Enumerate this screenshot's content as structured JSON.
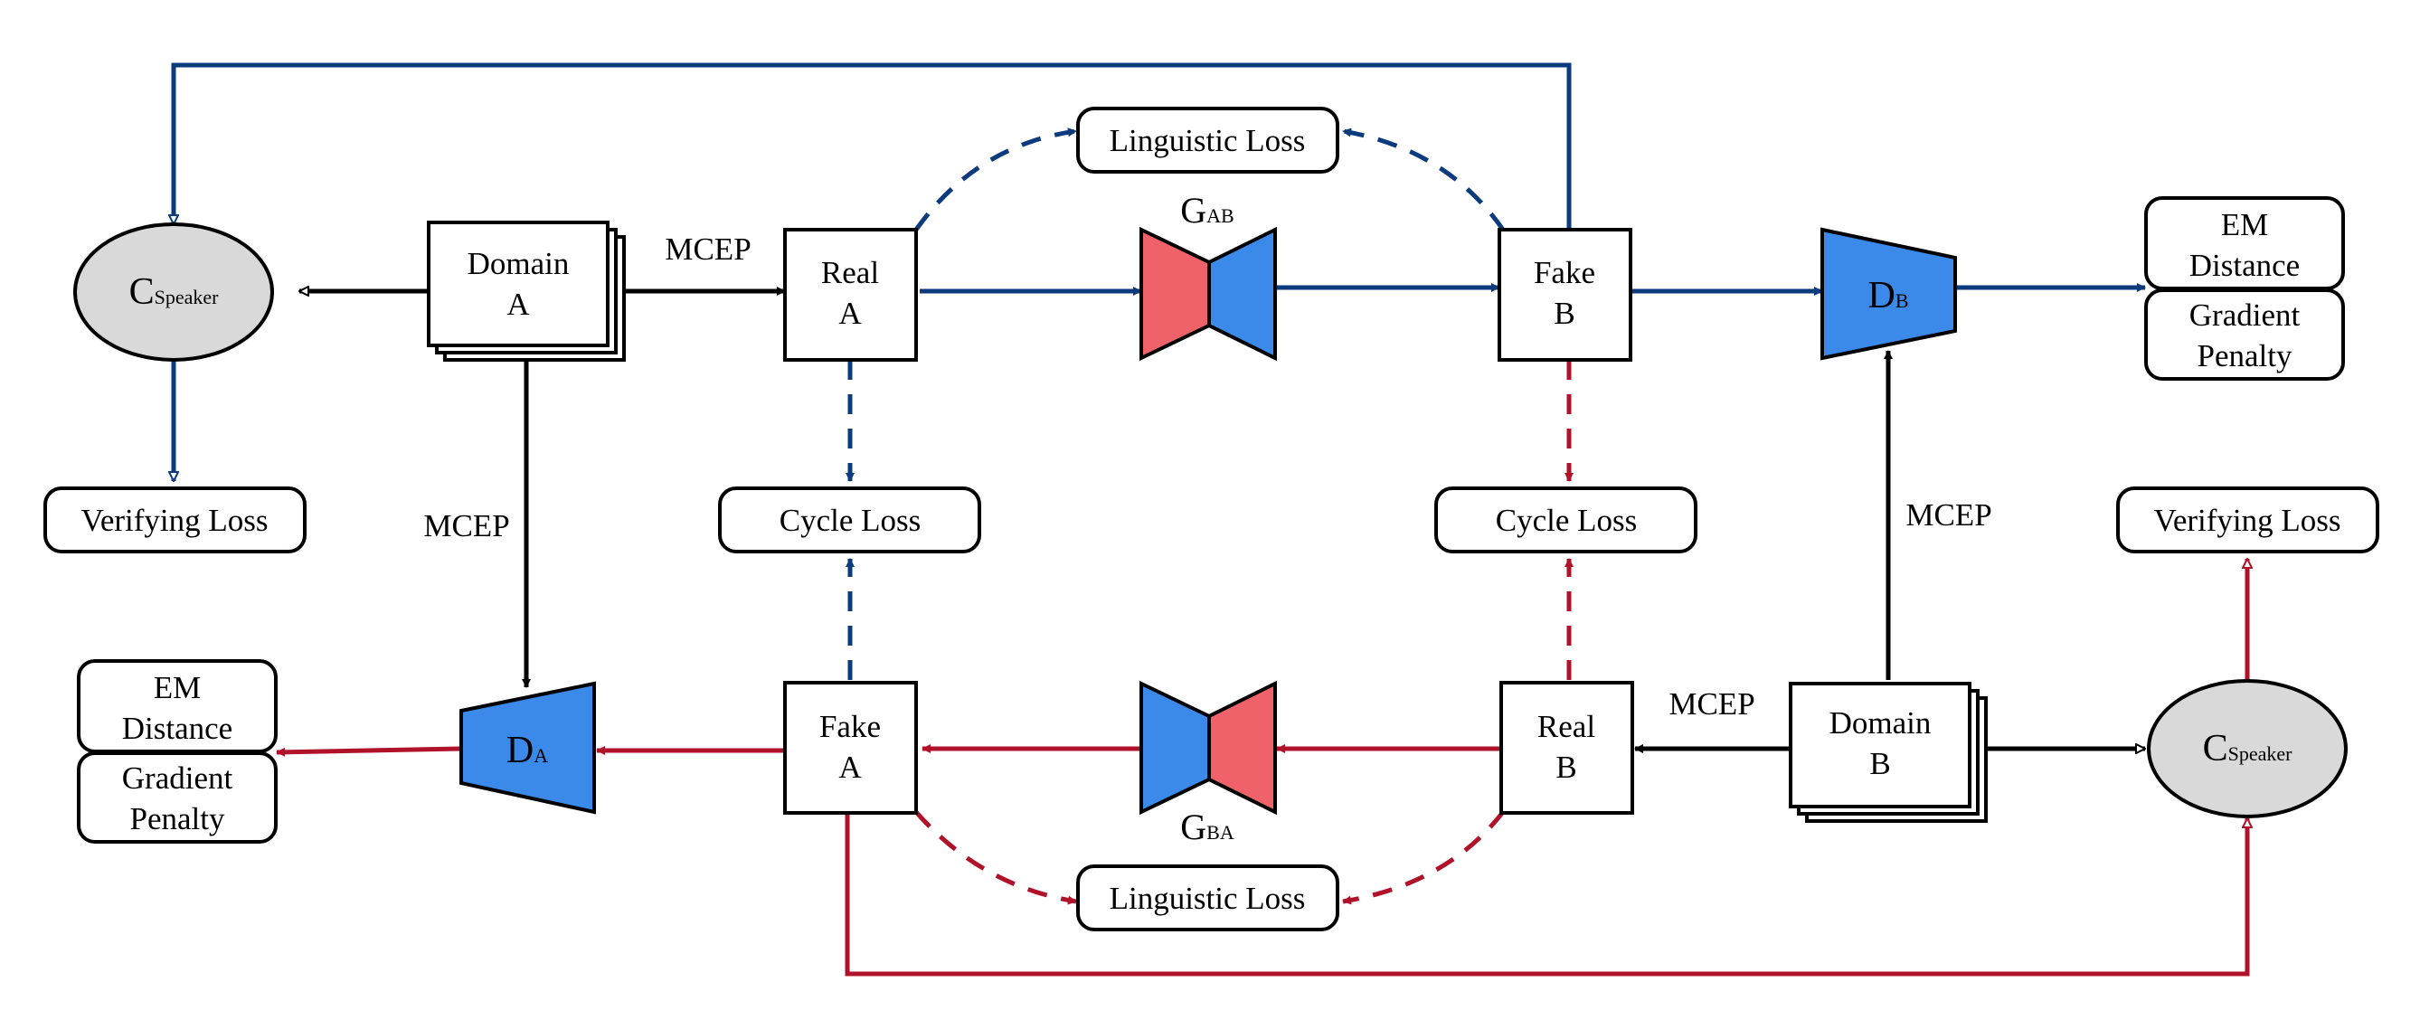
{
  "nodes": {
    "domain_a": {
      "line1": "Domain",
      "line2": "A"
    },
    "domain_b": {
      "line1": "Domain",
      "line2": "B"
    },
    "real_a": {
      "line1": "Real",
      "line2": "A"
    },
    "fake_b": {
      "line1": "Fake",
      "line2": "B"
    },
    "fake_a": {
      "line1": "Fake",
      "line2": "A"
    },
    "real_b": {
      "line1": "Real",
      "line2": "B"
    },
    "c_speaker_top": {
      "main": "C",
      "sub": "Speaker"
    },
    "c_speaker_bottom": {
      "main": "C",
      "sub": "Speaker"
    },
    "g_ab": {
      "main": "G",
      "sub": "AB"
    },
    "g_ba": {
      "main": "G",
      "sub": "BA"
    },
    "d_b": {
      "main": "D",
      "sub": "B"
    },
    "d_a": {
      "main": "D",
      "sub": "A"
    }
  },
  "losses": {
    "linguistic_top": "Linguistic Loss",
    "linguistic_bottom": "Linguistic Loss",
    "cycle_left": "Cycle Loss",
    "cycle_right": "Cycle Loss",
    "verifying_left": "Verifying Loss",
    "verifying_right": "Verifying Loss",
    "em_right": {
      "line1": "EM",
      "line2": "Distance"
    },
    "gp_right": {
      "line1": "Gradient",
      "line2": "Penalty"
    },
    "em_left": {
      "line1": "EM",
      "line2": "Distance"
    },
    "gp_left": {
      "line1": "Gradient",
      "line2": "Penalty"
    }
  },
  "edge_labels": {
    "mcep_a_to_real": "MCEP",
    "mcep_a_to_da": "MCEP",
    "mcep_b_to_db": "MCEP",
    "mcep_b_to_real": "MCEP"
  },
  "colors": {
    "forward_path": "#0b3b7c",
    "backward_path": "#b0122a",
    "generator_red": "#f0626a",
    "generator_blue": "#3b89e8",
    "speaker_fill": "#d9d9d9"
  }
}
